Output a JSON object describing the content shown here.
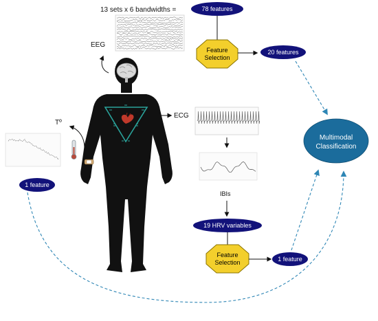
{
  "header_text": "13 sets x 6 bandwidths =",
  "eeg": {
    "label": "EEG",
    "features_badge": "78 features",
    "selected_badge": "20 features"
  },
  "feature_selection": {
    "line1": "Feature",
    "line2": "Selection"
  },
  "ecg": {
    "label": "ECG",
    "ibi_label": "IBIs",
    "hrv_badge": "19 HRV variables",
    "selected_badge": "1 feature"
  },
  "temperature": {
    "label": "Tº",
    "badge": "1 feature"
  },
  "classifier": {
    "line1": "Multimodal",
    "line2": "Classification"
  },
  "colors": {
    "badge_fill": "#12127a",
    "classifier_fill": "#1b6c9c",
    "octagon_fill": "#f3cf2c",
    "octagon_stroke": "#8a7300",
    "dashed_arrow": "#2e86b5",
    "body": "#111111",
    "triangle": "#2aa39b",
    "heart": "#c0392b"
  },
  "icons": [
    "brain-icon",
    "heart-icon",
    "thermometer-icon",
    "wristband-icon"
  ]
}
